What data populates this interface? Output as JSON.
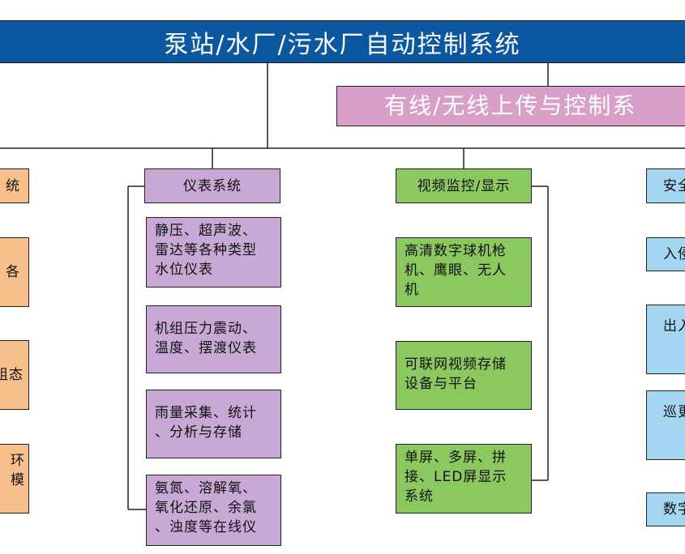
{
  "title": "泵站/水厂/污水厂自动控制系统",
  "upload_banner": "有线/无线上传与控制系",
  "columns": {
    "left": {
      "header": "统",
      "items": [
        "各",
        "组态",
        "环\n模"
      ]
    },
    "instrument": {
      "header": "仪表系统",
      "items": [
        "静压、超声波、\n雷达等各种类型\n水位仪表",
        "机组压力震动、\n温度、摆渡仪表",
        "雨量采集、统计\n、分析与存储",
        "氨氮、溶解氧、\n氧化还原、余氯\n、浊度等在线仪"
      ]
    },
    "video": {
      "header": "视频监控/显示",
      "items": [
        "高清数字球机枪\n机、鹰眼、无人\n机",
        "可联网视频存储\n设备与平台",
        "单屏、多屏、拼\n接、LED屏显示\n系统"
      ]
    },
    "security": {
      "header": "安全",
      "items": [
        "入侵",
        "出入",
        "巡更",
        "数字"
      ]
    }
  },
  "colors": {
    "title_bg": "#0b57a0",
    "banner_bg": "#d8a0c8",
    "orange": "#f6bf8c",
    "purple": "#c8a9d6",
    "green": "#8cc860",
    "blue": "#a4d6f2"
  }
}
